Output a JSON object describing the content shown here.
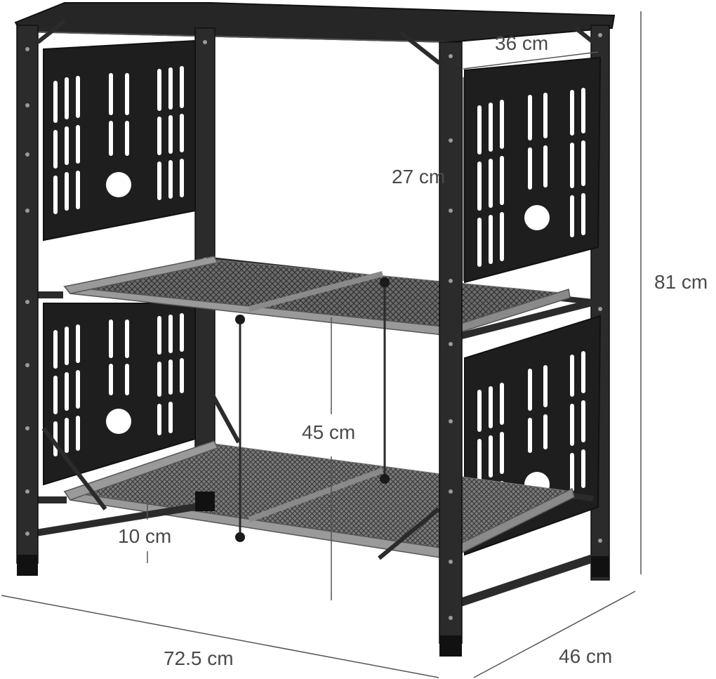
{
  "colors": {
    "frame": "#2b2b2b",
    "frame_dark": "#151515",
    "panel": "#1e1e1e",
    "shelf_rail": "#8a8a8a",
    "shelf_mesh": "#3a3a3a",
    "dimension_line": "#555555",
    "label": "#4a4a4a"
  },
  "dimensions": {
    "width": "72.5 cm",
    "depth": "46 cm",
    "height": "81 cm",
    "side_panel_width": "36 cm",
    "side_panel_height": "27 cm",
    "shelf_spacing": "45 cm",
    "shelf_rim": "10 cm"
  }
}
